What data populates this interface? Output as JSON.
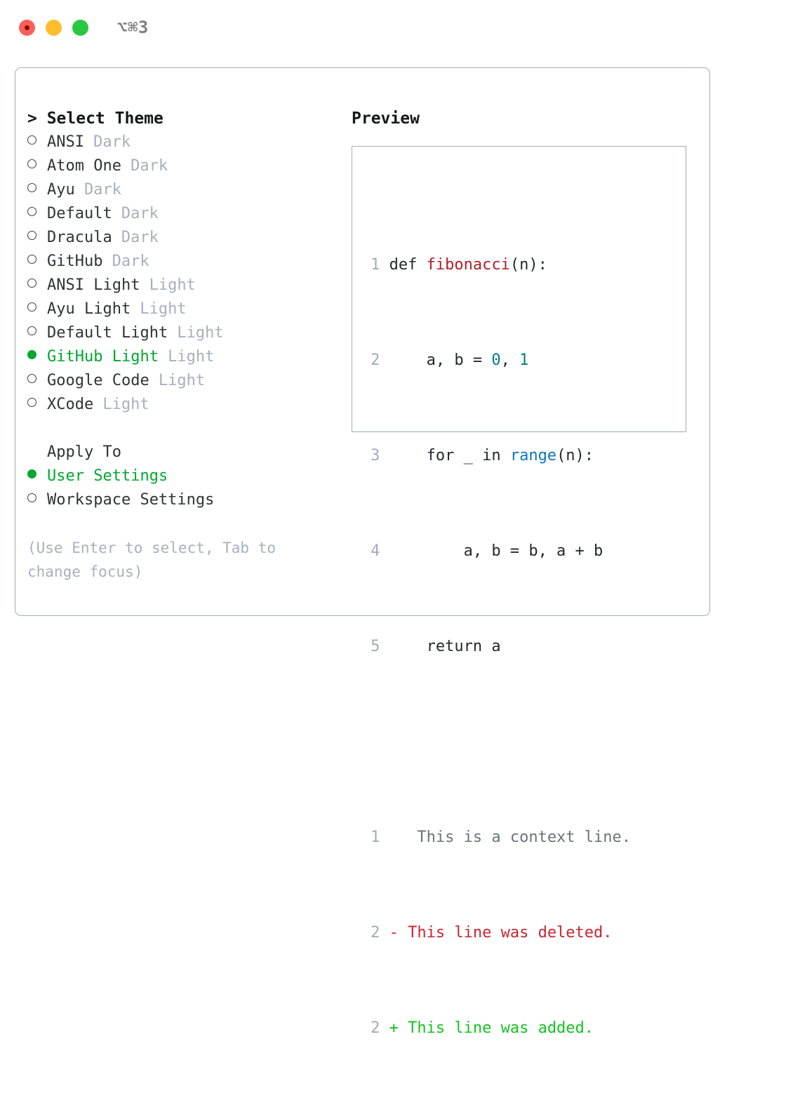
{
  "titlebar": {
    "shortcut": "⌥⌘3",
    "buttons": [
      {
        "name": "close",
        "color": "#ff5f57"
      },
      {
        "name": "minimize",
        "color": "#ffbd2e"
      },
      {
        "name": "zoom",
        "color": "#28c840"
      }
    ]
  },
  "theme_picker": {
    "header": "> Select Theme",
    "items": [
      {
        "label": "ANSI",
        "tag": "Dark",
        "selected": false
      },
      {
        "label": "Atom One",
        "tag": "Dark",
        "selected": false
      },
      {
        "label": "Ayu",
        "tag": "Dark",
        "selected": false
      },
      {
        "label": "Default",
        "tag": "Dark",
        "selected": false
      },
      {
        "label": "Dracula",
        "tag": "Dark",
        "selected": false
      },
      {
        "label": "GitHub",
        "tag": "Dark",
        "selected": false
      },
      {
        "label": "ANSI Light",
        "tag": "Light",
        "selected": false
      },
      {
        "label": "Ayu Light",
        "tag": "Light",
        "selected": false
      },
      {
        "label": "Default Light",
        "tag": "Light",
        "selected": false
      },
      {
        "label": "GitHub Light",
        "tag": "Light",
        "selected": true
      },
      {
        "label": "Google Code",
        "tag": "Light",
        "selected": false
      },
      {
        "label": "XCode",
        "tag": "Light",
        "selected": false
      }
    ]
  },
  "apply_to": {
    "header": "Apply To",
    "items": [
      {
        "label": "User Settings",
        "selected": true
      },
      {
        "label": "Workspace Settings",
        "selected": false
      }
    ]
  },
  "hint": "(Use Enter to select, Tab to change focus)",
  "preview": {
    "header": "Preview",
    "code_lines": [
      {
        "no": "1",
        "tokens": [
          {
            "t": "def ",
            "k": "plain"
          },
          {
            "t": "fibonacci",
            "k": "fn"
          },
          {
            "t": "(n):",
            "k": "plain"
          }
        ]
      },
      {
        "no": "2",
        "tokens": [
          {
            "t": "    a, b = ",
            "k": "plain"
          },
          {
            "t": "0",
            "k": "num"
          },
          {
            "t": ", ",
            "k": "plain"
          },
          {
            "t": "1",
            "k": "num"
          }
        ]
      },
      {
        "no": "3",
        "tokens": [
          {
            "t": "    for _ in ",
            "k": "plain"
          },
          {
            "t": "range",
            "k": "builtin"
          },
          {
            "t": "(n):",
            "k": "plain"
          }
        ]
      },
      {
        "no": "4",
        "tokens": [
          {
            "t": "        a, b = b, a + b",
            "k": "plain"
          }
        ]
      },
      {
        "no": "5",
        "tokens": [
          {
            "t": "    return a",
            "k": "plain"
          }
        ]
      }
    ],
    "diff_lines": [
      {
        "no": "1",
        "sign": " ",
        "text": "  This is a context line.",
        "kind": "ctx"
      },
      {
        "no": "2",
        "sign": "-",
        "text": " This line was deleted.",
        "kind": "del"
      },
      {
        "no": "2",
        "sign": "+",
        "text": " This line was added.",
        "kind": "add"
      }
    ]
  },
  "colors": {
    "accent_green": "#00a82d",
    "border": "#a2abb8",
    "muted": "#a6b0bd",
    "text": "#2f333a",
    "diff_add": "#16c221",
    "diff_del": "#cb2431",
    "fn_red": "#b31d28",
    "num_teal": "#007f82",
    "builtin_blue": "#0b77c2"
  }
}
